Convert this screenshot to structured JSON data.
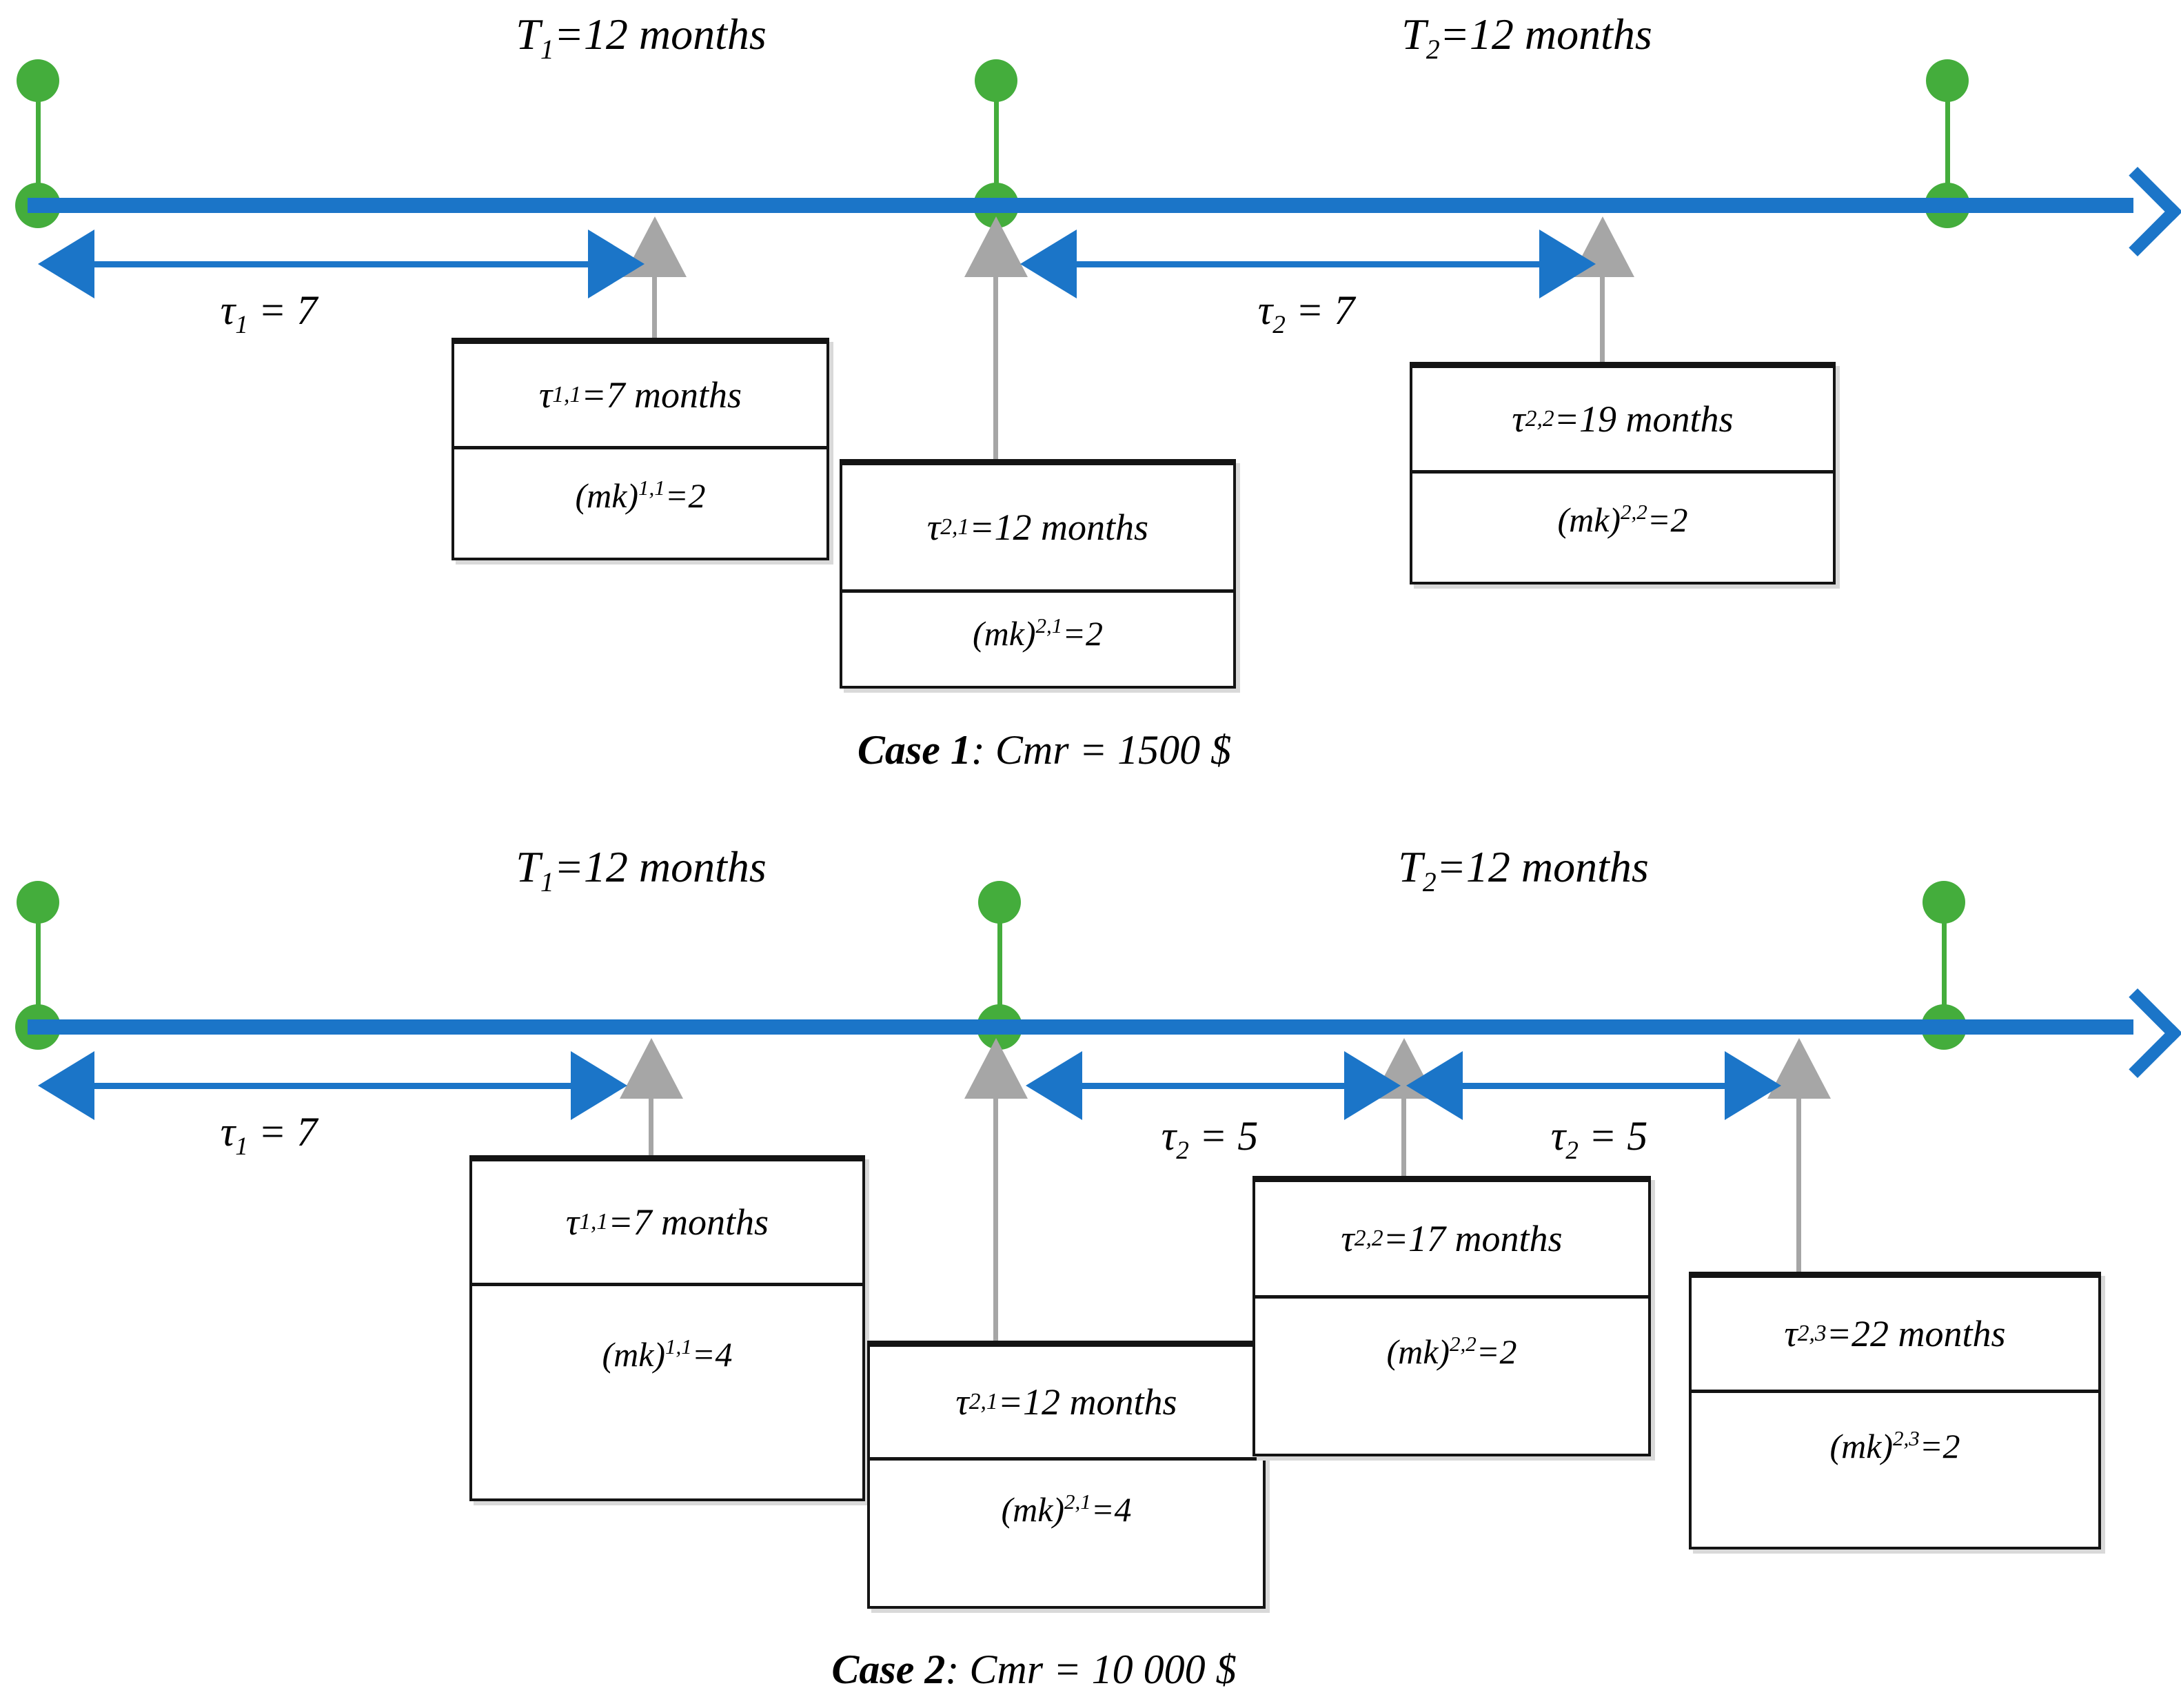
{
  "figure": {
    "colors": {
      "timeline_blue": "#1B75C8",
      "marker_green": "#44AD3C",
      "event_gray": "#A6A6A6",
      "box_border_black": "#141414"
    },
    "cases": [
      {
        "t1": {
          "sym": "T",
          "sub": "1",
          "rest": "=12 months"
        },
        "t2": {
          "sym": "T",
          "sub": "2",
          "rest": "=12 months"
        },
        "dims": {
          "tau1": {
            "sym": "τ",
            "sub": "1",
            "rest": " = 7"
          },
          "tau2": {
            "sym": "τ",
            "sub": "2",
            "rest": " = 7"
          }
        },
        "boxes": [
          {
            "sym": "τ",
            "sub": "1,1",
            "val": "=7 months",
            "mk": "(mk)",
            "mk_sub": "1,1",
            "mk_val": "=2"
          },
          {
            "sym": "τ",
            "sub": "2,1",
            "val": "=12 months",
            "mk": "(mk)",
            "mk_sub": "2,1",
            "mk_val": "=2"
          },
          {
            "sym": "τ",
            "sub": "2,2",
            "val": "=19 months",
            "mk": "(mk)",
            "mk_sub": "2,2",
            "mk_val": "=2"
          }
        ],
        "caption": {
          "case": "Case 1",
          "sep": ": ",
          "var": "Cmr",
          "rest": " = 1500 $"
        }
      },
      {
        "t1": {
          "sym": "T",
          "sub": "1",
          "rest": "=12 months"
        },
        "t2": {
          "sym": "T",
          "sub": "2",
          "rest": "=12 months"
        },
        "dims": {
          "tau1": {
            "sym": "τ",
            "sub": "1",
            "rest": " = 7"
          },
          "tau2a": {
            "sym": "τ",
            "sub": "2",
            "rest": " = 5"
          },
          "tau2b": {
            "sym": "τ",
            "sub": "2",
            "rest": " = 5"
          }
        },
        "boxes": [
          {
            "sym": "τ",
            "sub": "1,1",
            "val": "=7 months",
            "mk": "(mk)",
            "mk_sub": "1,1",
            "mk_val": "=4"
          },
          {
            "sym": "τ",
            "sub": "2,1",
            "val": "=12 months",
            "mk": "(mk)",
            "mk_sub": "2,1",
            "mk_val": "=4"
          },
          {
            "sym": "τ",
            "sub": "2,2",
            "val": "=17 months",
            "mk": "(mk)",
            "mk_sub": "2,2",
            "mk_val": "=2"
          },
          {
            "sym": "τ",
            "sub": "2,3",
            "val": "=22 months",
            "mk": "(mk)",
            "mk_sub": "2,3",
            "mk_val": "=2"
          }
        ],
        "caption": {
          "case": "Case 2",
          "sep": ": ",
          "var": "Cmr",
          "rest": " = 10 000 $"
        }
      }
    ]
  }
}
